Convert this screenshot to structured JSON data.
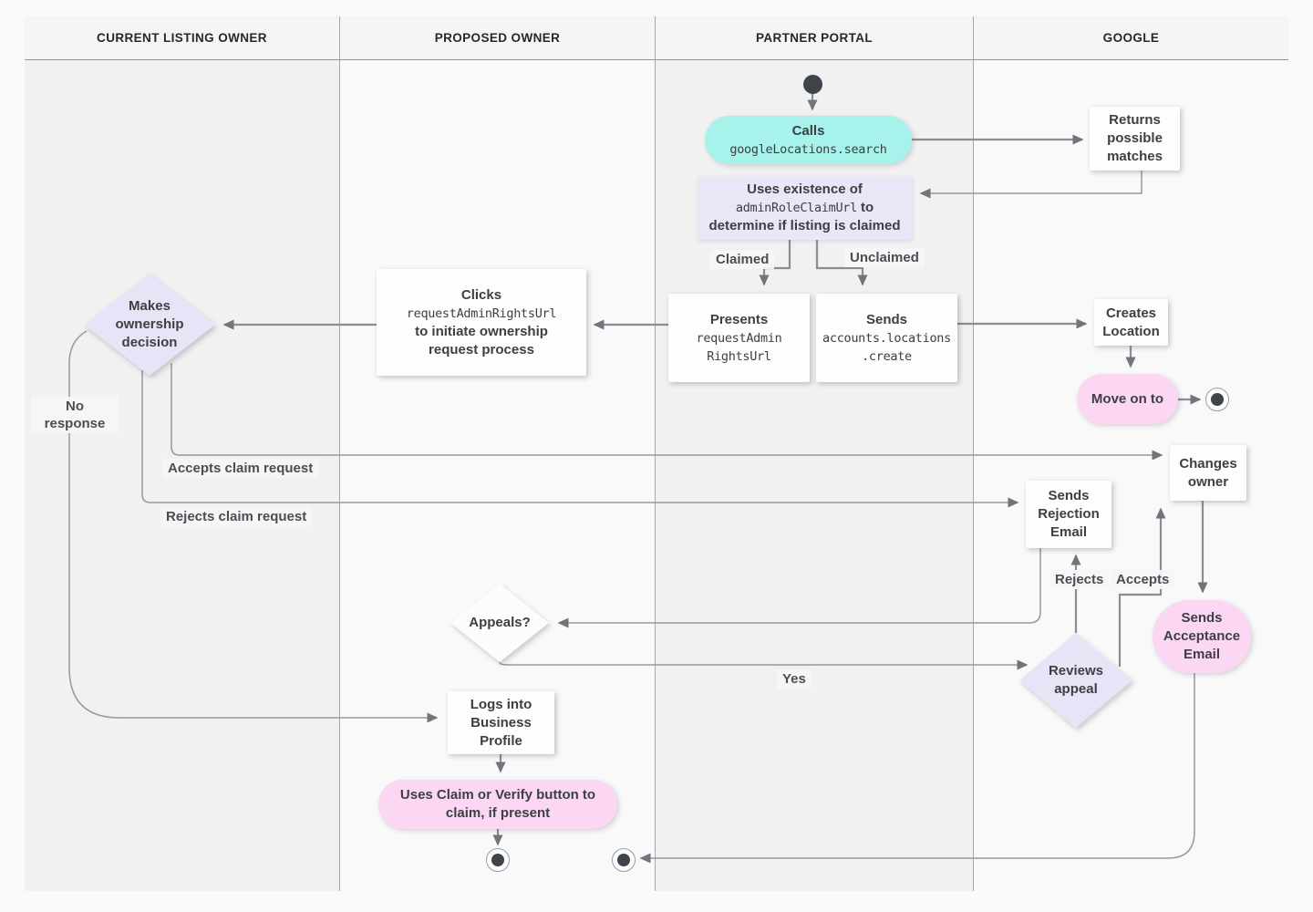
{
  "lanes": [
    {
      "title": "CURRENT LISTING OWNER"
    },
    {
      "title": "PROPOSED OWNER"
    },
    {
      "title": "PARTNER PORTAL"
    },
    {
      "title": "GOOGLE"
    }
  ],
  "nodes": {
    "calls": {
      "title": "Calls",
      "code": "googleLocations.search"
    },
    "returns_matches": {
      "label": "Returns possible matches"
    },
    "uses_existence": {
      "line1": "Uses existence of",
      "code": "adminRoleClaimUrl",
      "line2_after": "to",
      "line3": "determine if listing is claimed"
    },
    "presents": {
      "title": "Presents",
      "code1": "requestAdmin",
      "code2": "RightsUrl"
    },
    "sends_create": {
      "title": "Sends",
      "code1": "accounts.locations",
      "code2": ".create"
    },
    "clicks": {
      "title": "Clicks",
      "code": "requestAdminRightsUrl",
      "line3": "to initiate ownership request process"
    },
    "makes_decision": {
      "label": "Makes ownership decision"
    },
    "creates_location": {
      "label": "Creates Location"
    },
    "move_on": {
      "label": "Move on to"
    },
    "changes_owner": {
      "label": "Changes owner"
    },
    "sends_rejection": {
      "label": "Sends Rejection Email"
    },
    "sends_acceptance": {
      "label": "Sends Acceptance Email"
    },
    "reviews_appeal": {
      "label": "Reviews appeal"
    },
    "appeals": {
      "label": "Appeals?"
    },
    "logs_into": {
      "label": "Logs into Business Profile"
    },
    "uses_claim": {
      "label": "Uses Claim or Verify button to claim, if present"
    }
  },
  "edge_labels": {
    "claimed": "Claimed",
    "unclaimed": "Unclaimed",
    "no_response": "No response",
    "accepts_claim": "Accepts claim request",
    "rejects_claim": "Rejects claim request",
    "rejects": "Rejects",
    "accepts": "Accepts",
    "yes": "Yes"
  },
  "colors": {
    "teal": "#a7f2ea",
    "pink": "#fbd7f3",
    "lavender": "#ebe5f8",
    "lane_gray": "#f1f1f2",
    "lane_light": "#f9f9fa",
    "line": "#94979d",
    "text": "#3c4043"
  }
}
